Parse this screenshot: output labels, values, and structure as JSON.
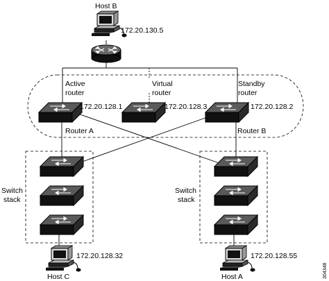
{
  "host_b": {
    "label": "Host B",
    "ip": "172.20.130.5"
  },
  "active_router": {
    "line1": "Active",
    "line2": "router",
    "ip": "172.20.128.1",
    "name": "Router A"
  },
  "virtual_router": {
    "line1": "Virtual",
    "line2": "router",
    "ip": "172.20.128.3"
  },
  "standby_router": {
    "line1": "Standby",
    "line2": "router",
    "ip": "172.20.128.2",
    "name": "Router B"
  },
  "left_stack": {
    "line1": "Switch",
    "line2": "stack"
  },
  "right_stack": {
    "line1": "Switch",
    "line2": "stack"
  },
  "host_c": {
    "label": "Host C",
    "ip": "172.20.128.32"
  },
  "host_a": {
    "label": "Host A",
    "ip": "172.20.128.55"
  },
  "figure_code": "304348"
}
